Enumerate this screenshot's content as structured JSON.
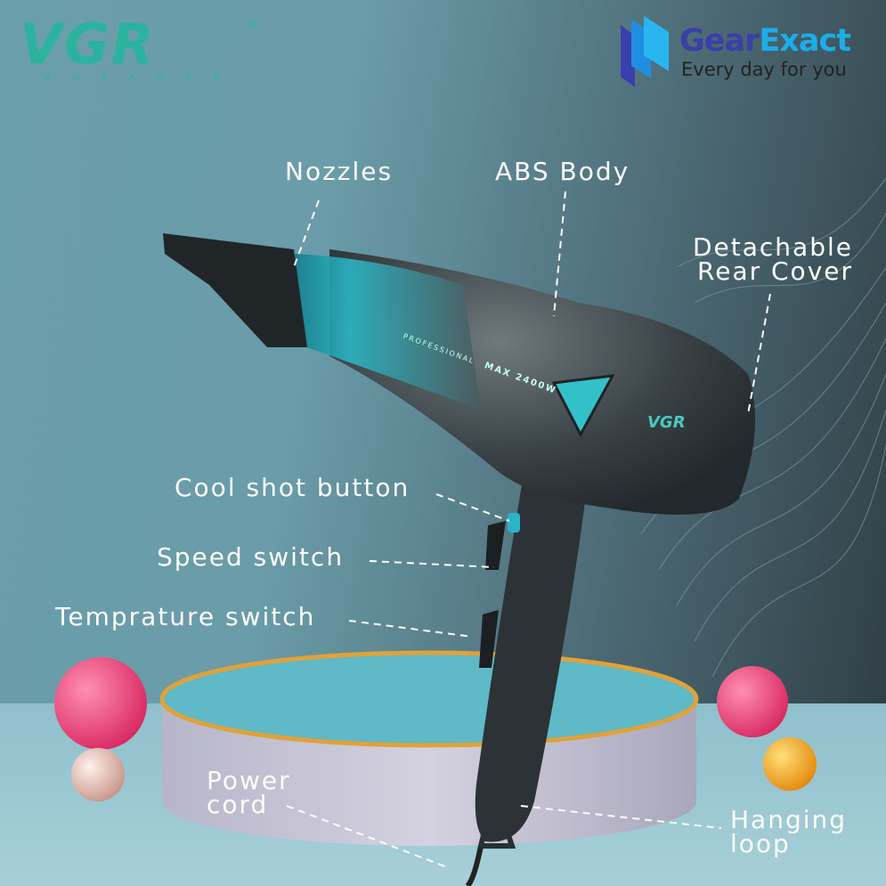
{
  "brand_logo": {
    "name": "VGR",
    "subtitle": "VOYAGER",
    "registered": "®"
  },
  "partner_logo": {
    "name_part1": "Gear",
    "name_part2": "Exact",
    "tagline": "Every day for you"
  },
  "product_markings": {
    "line1": "PROFESSIONAL",
    "line2": "MAX 2400W",
    "logo": "VGR"
  },
  "labels": {
    "nozzles": "Nozzles",
    "abs_body": "ABS Body",
    "rear_cover_1": "Detachable",
    "rear_cover_2": "Rear Cover",
    "cool_shot": "Cool shot button",
    "speed": "Speed switch",
    "temperature": "Temprature switch",
    "power_1": "Power",
    "power_2": "cord",
    "hanging_1": "Hanging",
    "hanging_2": "loop"
  },
  "colors": {
    "accent": "#2bb3a0",
    "barrel": "#1fa3b0",
    "pedestal_top": "#5fb9c6",
    "ball_pink": "#ea3f78",
    "ball_gold": "#f2a11a"
  }
}
